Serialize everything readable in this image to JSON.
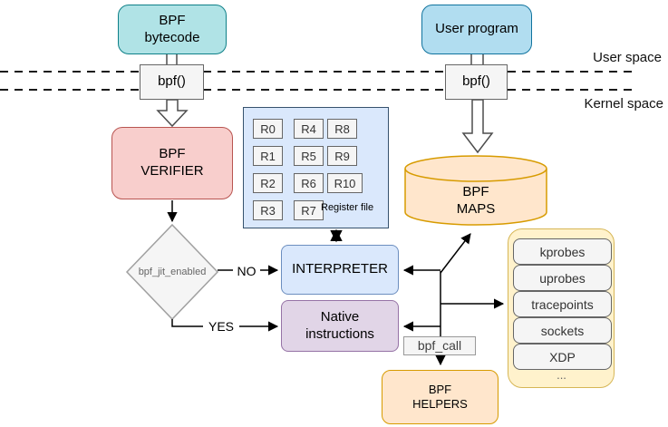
{
  "title": "BPF architecture diagram",
  "palette": {
    "teal_fill": "#b0e3e6",
    "teal_stroke": "#0e8088",
    "blue_fill": "#b1ddf0",
    "blue_stroke": "#10739e",
    "red_fill": "#f8cecc",
    "red_stroke": "#b85450",
    "lightblue_fill": "#dae8fc",
    "lightblue_stroke": "#6c8ebf",
    "register_container_stroke": "#36526e",
    "purple_fill": "#e1d5e7",
    "purple_stroke": "#9673a6",
    "orange_fill": "#ffe6cc",
    "orange_stroke": "#d79b00",
    "yellow_fill": "#fff2cc",
    "yellow_stroke": "#d6b656",
    "gray_fill": "#f5f5f5",
    "gray_stroke": "#666666"
  },
  "spaces": {
    "user": "User space",
    "kernel": "Kernel space"
  },
  "nodes": {
    "bpf_bytecode": "BPF\nbytecode",
    "user_program": "User program",
    "syscall": "bpf()",
    "verifier": "BPF\nVERIFIER",
    "interpreter": "INTERPRETER",
    "native": "Native\ninstructions",
    "maps": "BPF\nMAPS",
    "helpers": "BPF\nHELPERS",
    "bpf_call": "bpf_call",
    "decision": "bpf_jit_enabled"
  },
  "edges": {
    "no": "NO",
    "yes": "YES"
  },
  "registers": {
    "items": [
      "R0",
      "R4",
      "R8",
      "R1",
      "R5",
      "R9",
      "R2",
      "R6",
      "R10",
      "R3",
      "R7"
    ],
    "label": "Register file"
  },
  "hooks": {
    "items": [
      "kprobes",
      "uprobes",
      "tracepoints",
      "sockets",
      "XDP",
      "..."
    ]
  }
}
